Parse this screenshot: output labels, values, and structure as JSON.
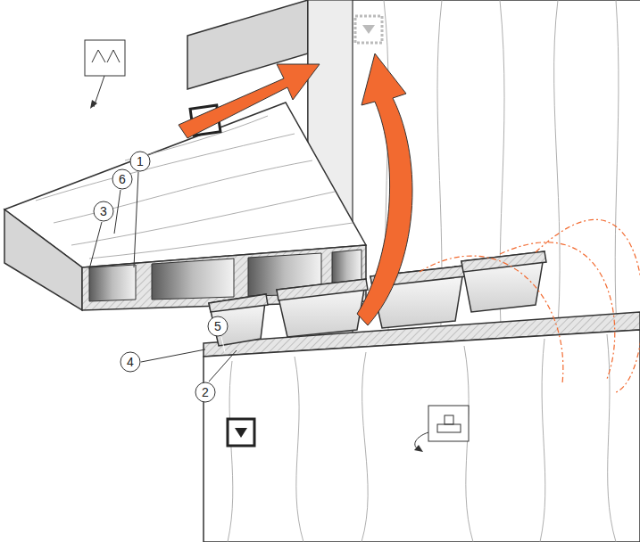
{
  "diagram": {
    "labels": [
      "1",
      "6",
      "3",
      "5",
      "4",
      "2"
    ]
  }
}
